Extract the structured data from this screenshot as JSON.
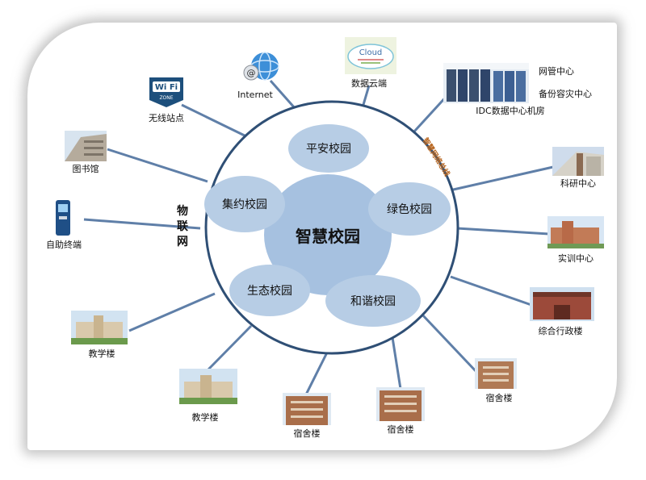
{
  "center": "智慧校园",
  "petals": [
    "平安校园",
    "绿色校园",
    "和谐校园",
    "生态校园",
    "集约校园"
  ],
  "network_labels": {
    "iot": "物联网",
    "backbone": "智慧网络总线"
  },
  "nodes": {
    "wifi": "无线站点",
    "internet": "Internet",
    "cloud": "数据云端",
    "cloud_logo": "Cloud",
    "idc": "IDC数据中心机房",
    "network_center": "网管中心",
    "backup_center": "备份容灾中心",
    "research": "科研中心",
    "training": "实训中心",
    "admin": "综合行政楼",
    "dorm_1": "宿舍楼",
    "dorm_2": "宿舍楼",
    "dorm_3": "宿舍楼",
    "teaching_1": "教学楼",
    "teaching_2": "教学楼",
    "terminal": "自助终端",
    "library": "图书馆"
  },
  "colors": {
    "ring": "#2f4f75",
    "spokes": "#5f7fa8",
    "petal": "#b7cde5",
    "core": "#a6c1e0",
    "backbone_text": "#b8651e"
  }
}
